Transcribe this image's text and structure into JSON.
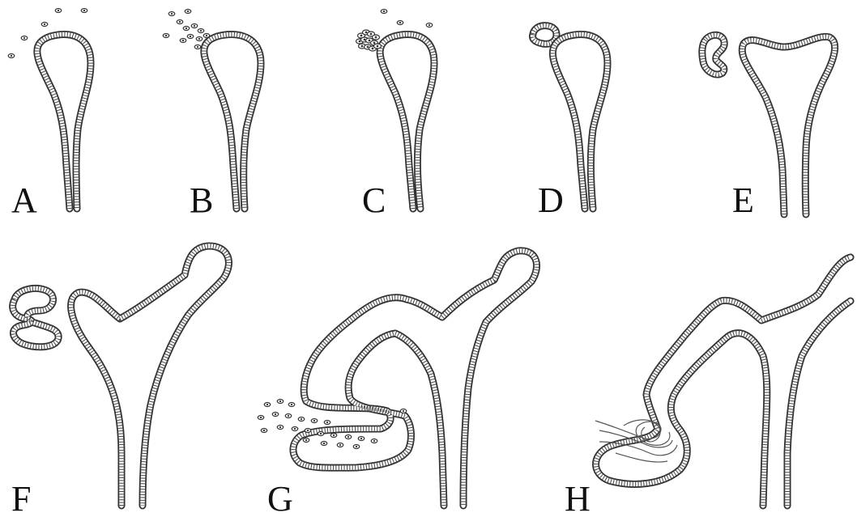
{
  "panels": [
    {
      "id": "A",
      "label": "A"
    },
    {
      "id": "B",
      "label": "B"
    },
    {
      "id": "C",
      "label": "C"
    },
    {
      "id": "D",
      "label": "D"
    },
    {
      "id": "E",
      "label": "E"
    },
    {
      "id": "F",
      "label": "F"
    },
    {
      "id": "G",
      "label": "G"
    },
    {
      "id": "H",
      "label": "H"
    }
  ],
  "colors": {
    "outline": "#333333",
    "background": "#ffffff",
    "label": "#111111"
  }
}
